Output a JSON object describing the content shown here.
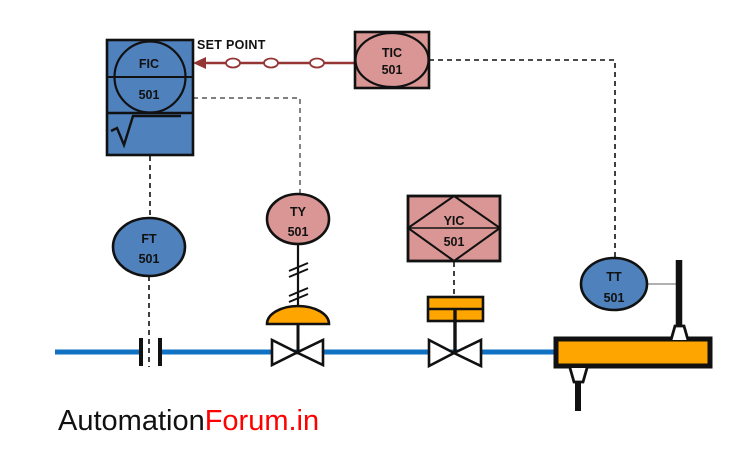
{
  "colors": {
    "instrument_blue": "#4f81bd",
    "instrument_pink": "#d99694",
    "actuator_orange": "#ffa500",
    "pipe_blue": "#1172c3",
    "signal_maroon": "#943634",
    "link_gray": "#b0b0b0",
    "dash_gray": "#6e6e6e",
    "brand_red": "#fe0000"
  },
  "annotations": {
    "set_point": "SET POINT"
  },
  "instruments": {
    "fic": {
      "tag": "FIC",
      "loop": "501"
    },
    "tic": {
      "tag": "TIC",
      "loop": "501"
    },
    "ft": {
      "tag": "FT",
      "loop": "501"
    },
    "ty": {
      "tag": "TY",
      "loop": "501"
    },
    "yic": {
      "tag": "YIC",
      "loop": "501"
    },
    "tt": {
      "tag": "TT",
      "loop": "501"
    }
  },
  "branding": {
    "name_black": "Automation",
    "name_red": "Forum.in"
  }
}
